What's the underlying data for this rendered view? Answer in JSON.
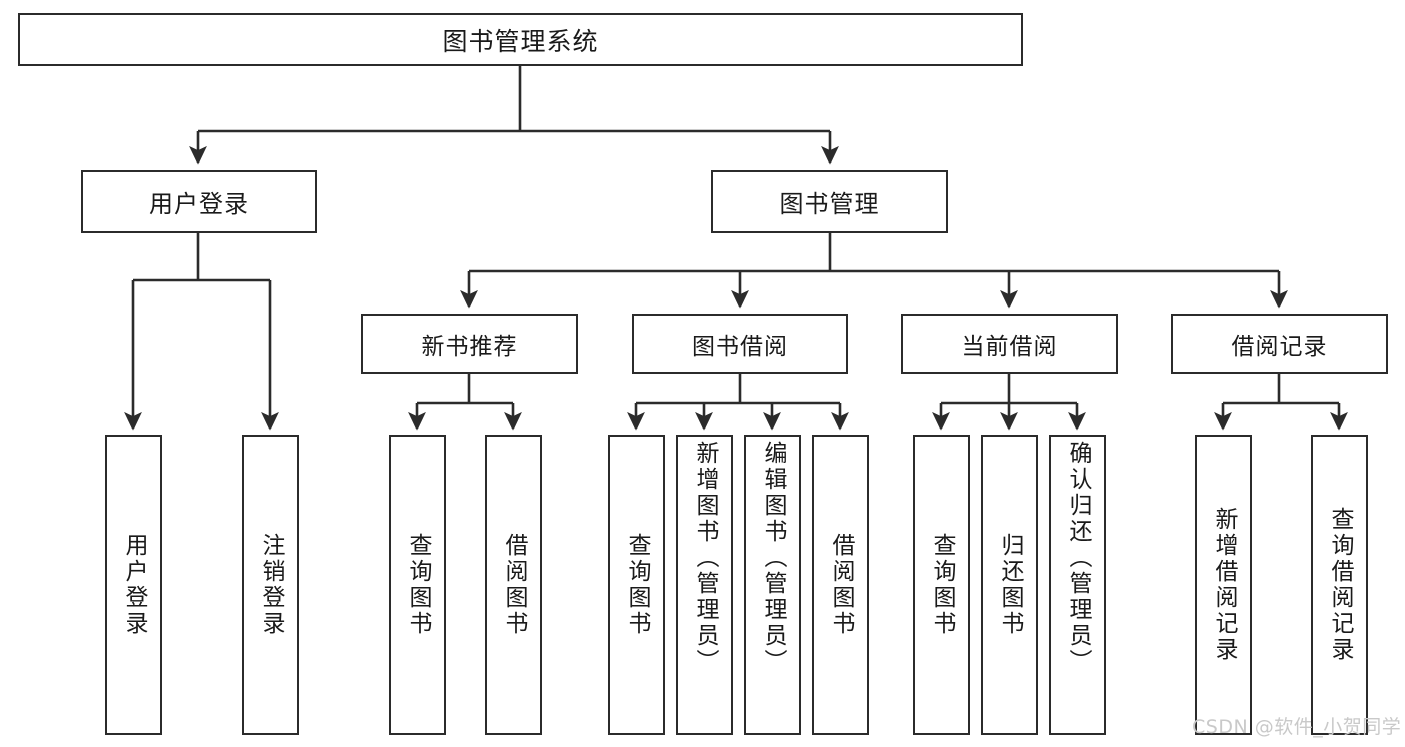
{
  "diagram": {
    "type": "tree",
    "title": "图书管理系统",
    "root": {
      "id": "root",
      "label": "图书管理系统"
    },
    "level2": [
      {
        "id": "user-login",
        "label": "用户登录"
      },
      {
        "id": "book-manage",
        "label": "图书管理"
      }
    ],
    "level3": [
      {
        "id": "new-book-recommend",
        "label": "新书推荐",
        "parent": "book-manage"
      },
      {
        "id": "book-borrow",
        "label": "图书借阅",
        "parent": "book-manage"
      },
      {
        "id": "current-borrow",
        "label": "当前借阅",
        "parent": "book-manage"
      },
      {
        "id": "borrow-record",
        "label": "借阅记录",
        "parent": "book-manage"
      }
    ],
    "leaves": [
      {
        "id": "leaf-user-login",
        "label": "用户登录",
        "parent": "user-login"
      },
      {
        "id": "leaf-user-logout",
        "label": "注销登录",
        "parent": "user-login"
      },
      {
        "id": "leaf-query-book-1",
        "label": "查询图书",
        "parent": "new-book-recommend"
      },
      {
        "id": "leaf-borrow-book-1",
        "label": "借阅图书",
        "parent": "new-book-recommend"
      },
      {
        "id": "leaf-query-book-2",
        "label": "查询图书",
        "parent": "book-borrow"
      },
      {
        "id": "leaf-add-book",
        "label": "新增图书（管理员）",
        "parent": "book-borrow"
      },
      {
        "id": "leaf-edit-book",
        "label": "编辑图书（管理员）",
        "parent": "book-borrow"
      },
      {
        "id": "leaf-borrow-book-2",
        "label": "借阅图书",
        "parent": "book-borrow"
      },
      {
        "id": "leaf-query-book-3",
        "label": "查询图书",
        "parent": "current-borrow"
      },
      {
        "id": "leaf-return-book",
        "label": "归还图书",
        "parent": "current-borrow"
      },
      {
        "id": "leaf-confirm-return",
        "label": "确认归还（管理员）",
        "parent": "current-borrow"
      },
      {
        "id": "leaf-add-record",
        "label": "新增借阅记录",
        "parent": "borrow-record"
      },
      {
        "id": "leaf-query-record",
        "label": "查询借阅记录",
        "parent": "borrow-record"
      }
    ]
  },
  "watermark": {
    "text": "CSDN @软件_小贺同学"
  },
  "colors": {
    "stroke": "#2b2b2b",
    "text": "#1a1a1a",
    "background": "#ffffff",
    "watermark": "#c9c9c9"
  }
}
